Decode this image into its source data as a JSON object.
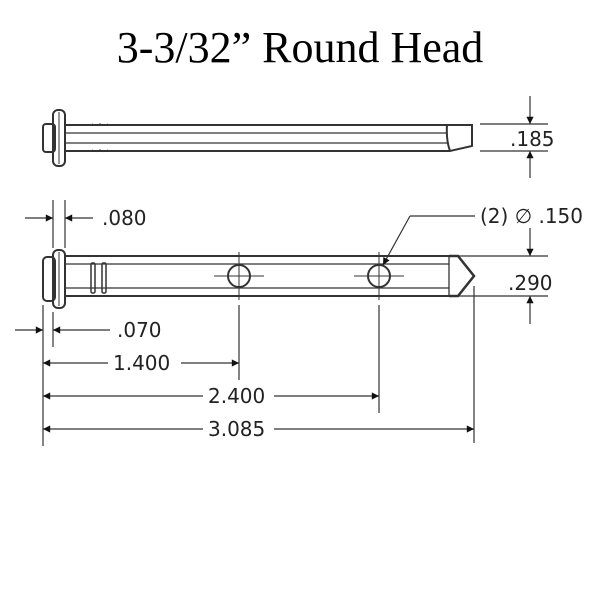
{
  "title": "3-3/32” Round Head",
  "top_view": {
    "height_dim": ".185"
  },
  "side_view": {
    "head_width_dim": ".080",
    "holes_callout": "(2) ∅ .150",
    "height_dim": ".290",
    "groove_offset_dim": ".070",
    "hole1_dim": "1.400",
    "hole2_dim": "2.400",
    "overall_length_dim": "3.085"
  },
  "colors": {
    "line": "#333333",
    "text": "#222222",
    "background": "#ffffff"
  }
}
